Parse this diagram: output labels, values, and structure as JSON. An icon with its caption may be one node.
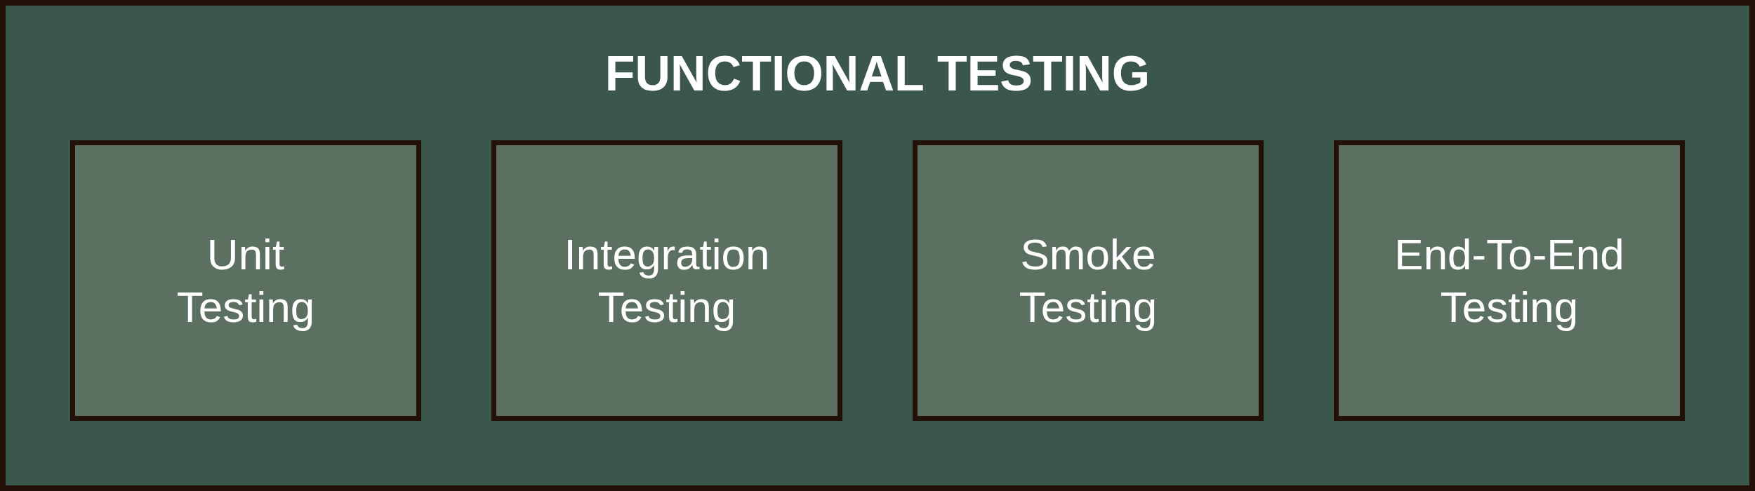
{
  "diagram": {
    "nodes": [
      {
        "text": [
          "FUNCTIONAL TESTING"
        ]
      },
      {
        "text": [
          "Unit Testing"
        ],
        "in": 0
      },
      {
        "text": [
          "Integration Testing"
        ],
        "in": 0
      },
      {
        "text": [
          "Smoke Testing"
        ],
        "in": 0
      },
      {
        "text": [
          "End-To-End Testing"
        ],
        "in": 0
      }
    ]
  }
}
